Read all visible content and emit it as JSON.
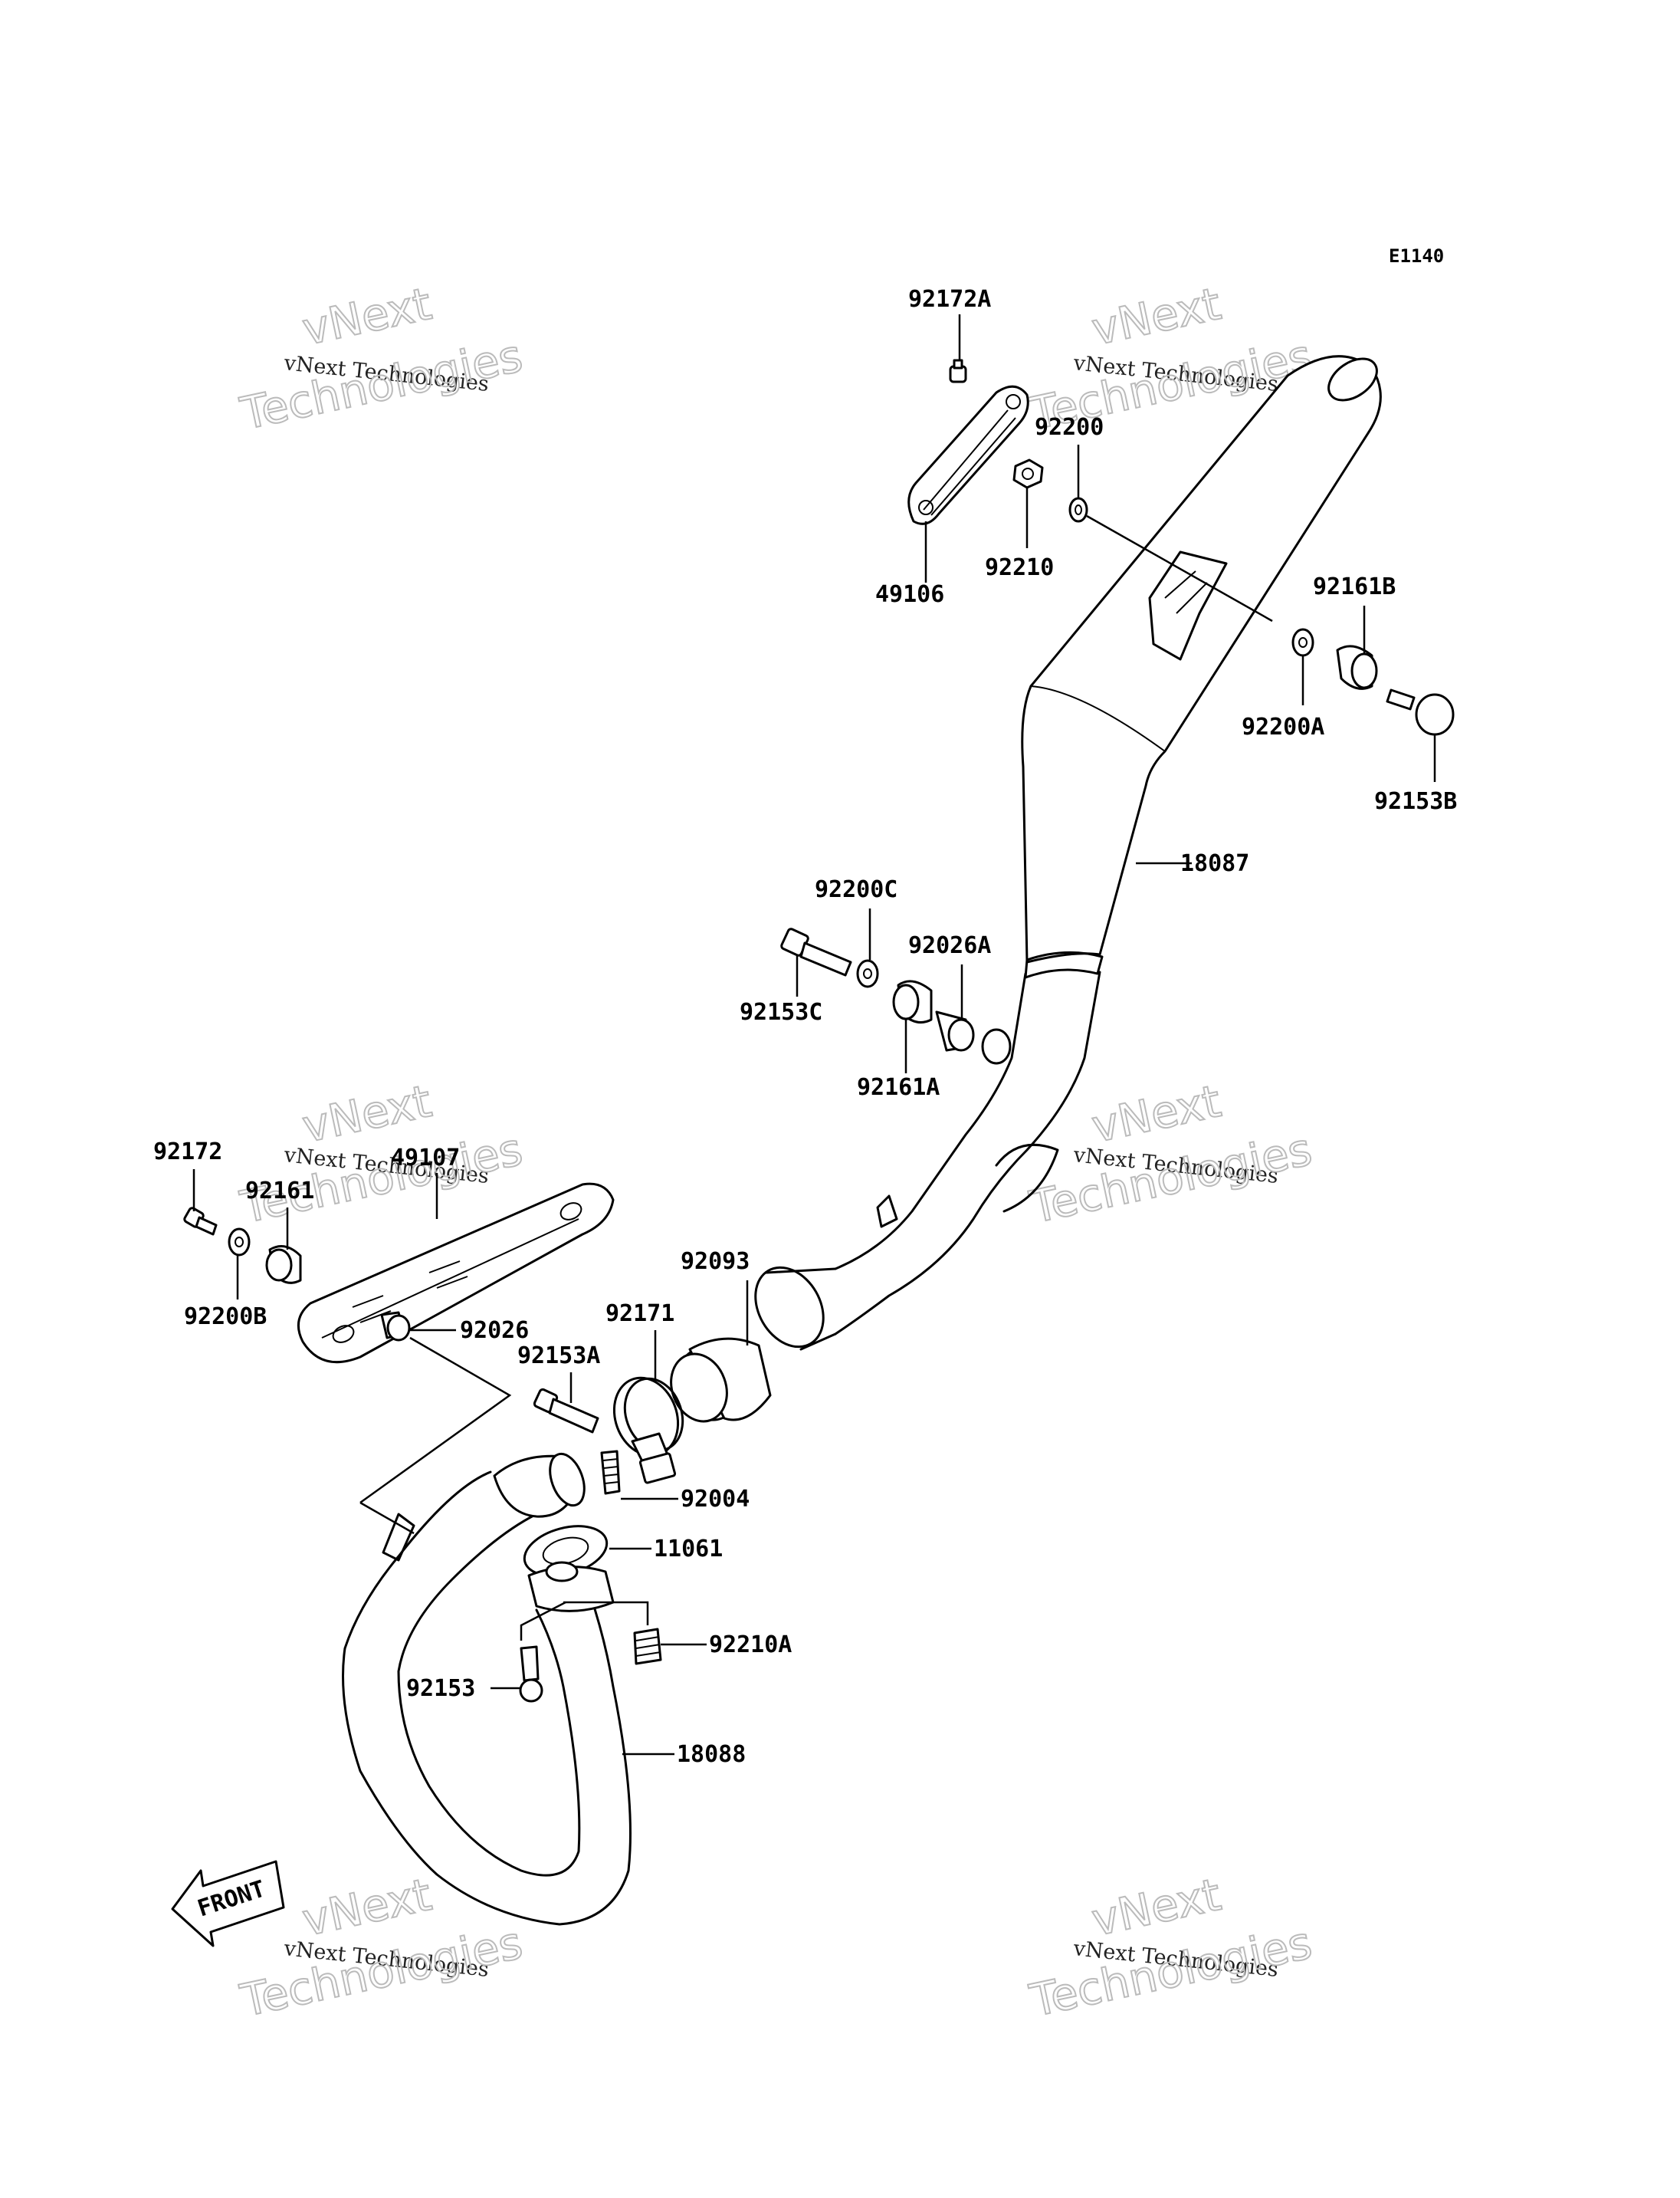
{
  "diagram_code": "E1140",
  "front_label": "FRONT",
  "watermark": {
    "line1": "vNext",
    "line2": "vNext Technologies",
    "line3": "Technologies"
  },
  "parts": {
    "p92172A": "92172A",
    "p92200": "92200",
    "p92210": "92210",
    "p49106": "49106",
    "p92161B": "92161B",
    "p92200A": "92200A",
    "p92153B": "92153B",
    "p18087": "18087",
    "p92200C": "92200C",
    "p92026A": "92026A",
    "p92153C": "92153C",
    "p92161A": "92161A",
    "p92172": "92172",
    "p49107": "49107",
    "p92161": "92161",
    "p92200B": "92200B",
    "p92026": "92026",
    "p92093": "92093",
    "p92171": "92171",
    "p92153A": "92153A",
    "p92004": "92004",
    "p11061": "11061",
    "p92210A": "92210A",
    "p92153": "92153",
    "p18088": "18088"
  }
}
